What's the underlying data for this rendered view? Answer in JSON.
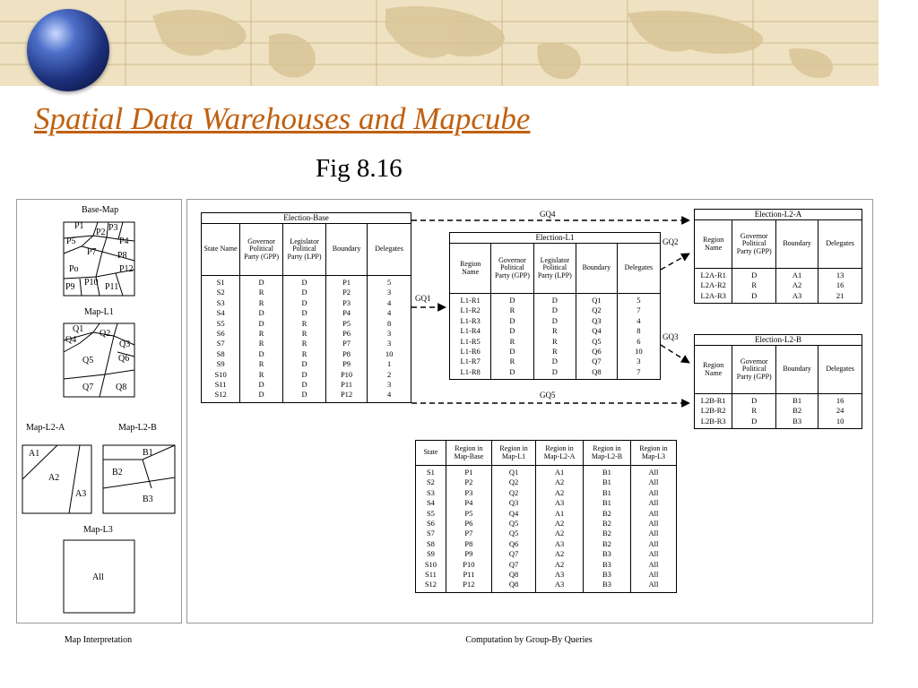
{
  "title": "Spatial Data Warehouses and Mapcube",
  "figure_label": "Fig 8.16",
  "left_caption": "Map Interpretation",
  "right_caption": "Computation by Group-By Queries",
  "maps": {
    "base": {
      "title": "Base-Map",
      "labels": [
        "P1",
        "P2",
        "P3",
        "P4",
        "P5",
        "P7",
        "P8",
        "Po",
        "P12",
        "P9",
        "P10",
        "P11"
      ]
    },
    "l1": {
      "title": "Map-L1",
      "labels": [
        "Q1",
        "Q2",
        "Q3",
        "Q4",
        "Q5",
        "Q6",
        "Q7",
        "Q8"
      ]
    },
    "l2a": {
      "title": "Map-L2-A",
      "labels": [
        "A1",
        "A2",
        "A3"
      ]
    },
    "l2b": {
      "title": "Map-L2-B",
      "labels": [
        "B1",
        "B2",
        "B3"
      ]
    },
    "l3": {
      "title": "Map-L3",
      "labels": [
        "All"
      ]
    }
  },
  "queries": {
    "gq1": "GQ1",
    "gq2": "GQ2",
    "gq3": "GQ3",
    "gq4": "GQ4",
    "gq5": "GQ5"
  },
  "election_base": {
    "title": "Election-Base",
    "headers": [
      "State Name",
      "Governor Political Party (GPP)",
      "Legislator Political Party (LPP)",
      "Boundary",
      "Delegates"
    ],
    "rows": [
      [
        "S1",
        "D",
        "D",
        "P1",
        "5"
      ],
      [
        "S2",
        "R",
        "D",
        "P2",
        "3"
      ],
      [
        "S3",
        "R",
        "D",
        "P3",
        "4"
      ],
      [
        "S4",
        "D",
        "D",
        "P4",
        "4"
      ],
      [
        "S5",
        "D",
        "R",
        "P5",
        "8"
      ],
      [
        "S6",
        "R",
        "R",
        "P6",
        "3"
      ],
      [
        "S7",
        "R",
        "R",
        "P7",
        "3"
      ],
      [
        "S8",
        "D",
        "R",
        "P8",
        "10"
      ],
      [
        "S9",
        "R",
        "D",
        "P9",
        "1"
      ],
      [
        "S10",
        "R",
        "D",
        "P10",
        "2"
      ],
      [
        "S11",
        "D",
        "D",
        "P11",
        "3"
      ],
      [
        "S12",
        "D",
        "D",
        "P12",
        "4"
      ]
    ]
  },
  "election_l1": {
    "title": "Election-L1",
    "headers": [
      "Region Name",
      "Governor Political Party (GPP)",
      "Legislator Political Party (LPP)",
      "Boundary",
      "Delegates"
    ],
    "rows": [
      [
        "L1-R1",
        "D",
        "D",
        "Q1",
        "5"
      ],
      [
        "L1-R2",
        "R",
        "D",
        "Q2",
        "7"
      ],
      [
        "L1-R3",
        "D",
        "D",
        "Q3",
        "4"
      ],
      [
        "L1-R4",
        "D",
        "R",
        "Q4",
        "8"
      ],
      [
        "L1-R5",
        "R",
        "R",
        "Q5",
        "6"
      ],
      [
        "L1-R6",
        "D",
        "R",
        "Q6",
        "10"
      ],
      [
        "L1-R7",
        "R",
        "D",
        "Q7",
        "3"
      ],
      [
        "L1-R8",
        "D",
        "D",
        "Q8",
        "7"
      ]
    ]
  },
  "election_l2a": {
    "title": "Election-L2-A",
    "headers": [
      "Region Name",
      "Governor Political Party (GPP)",
      "Boundary",
      "Delegates"
    ],
    "rows": [
      [
        "L2A-R1",
        "D",
        "A1",
        "13"
      ],
      [
        "L2A-R2",
        "R",
        "A2",
        "16"
      ],
      [
        "L2A-R3",
        "D",
        "A3",
        "21"
      ]
    ]
  },
  "election_l2b": {
    "title": "Election-L2-B",
    "headers": [
      "Region Name",
      "Governor Political Party (GPP)",
      "Boundary",
      "Delegates"
    ],
    "rows": [
      [
        "L2B-R1",
        "D",
        "B1",
        "16"
      ],
      [
        "L2B-R2",
        "R",
        "B2",
        "24"
      ],
      [
        "L2B-R3",
        "D",
        "B3",
        "10"
      ]
    ]
  },
  "region_table": {
    "headers": [
      "State",
      "Region in Map-Base",
      "Region in Map-L1",
      "Region in Map-L2-A",
      "Region in Map-L2-B",
      "Region in Map-L3"
    ],
    "rows": [
      [
        "S1",
        "P1",
        "Q1",
        "A1",
        "B1",
        "All"
      ],
      [
        "S2",
        "P2",
        "Q2",
        "A2",
        "B1",
        "All"
      ],
      [
        "S3",
        "P3",
        "Q2",
        "A2",
        "B1",
        "All"
      ],
      [
        "S4",
        "P4",
        "Q3",
        "A3",
        "B1",
        "All"
      ],
      [
        "S5",
        "P5",
        "Q4",
        "A1",
        "B2",
        "All"
      ],
      [
        "S6",
        "P6",
        "Q5",
        "A2",
        "B2",
        "All"
      ],
      [
        "S7",
        "P7",
        "Q5",
        "A2",
        "B2",
        "All"
      ],
      [
        "S8",
        "P8",
        "Q6",
        "A3",
        "B2",
        "All"
      ],
      [
        "S9",
        "P9",
        "Q7",
        "A2",
        "B3",
        "All"
      ],
      [
        "S10",
        "P10",
        "Q7",
        "A2",
        "B3",
        "All"
      ],
      [
        "S11",
        "P11",
        "Q8",
        "A3",
        "B3",
        "All"
      ],
      [
        "S12",
        "P12",
        "Q8",
        "A3",
        "B3",
        "All"
      ]
    ]
  }
}
